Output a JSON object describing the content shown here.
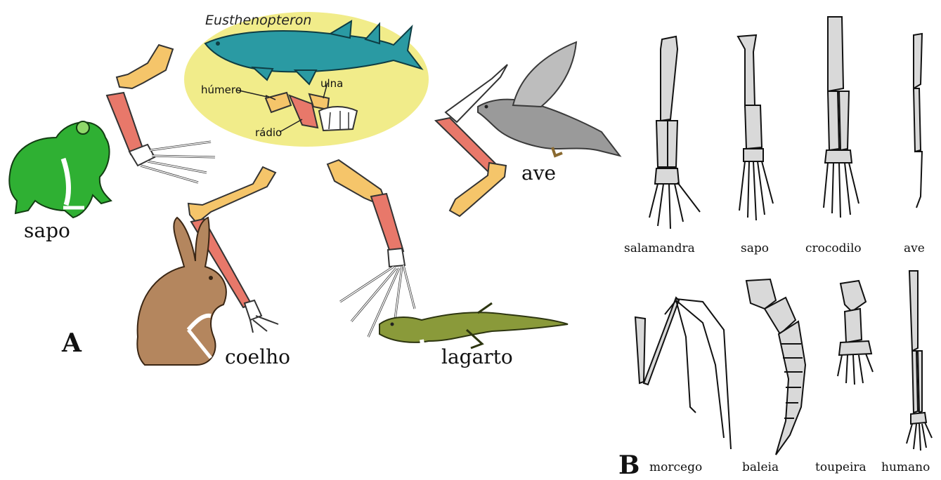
{
  "panel_a": {
    "letter": "A",
    "fish_label": "Eusthenopteron",
    "bone_labels": {
      "humerus": "húmero",
      "ulna": "ulna",
      "radius": "rádio"
    },
    "animals": {
      "frog": "sapo",
      "rabbit": "coelho",
      "lizard": "lagarto",
      "bird": "ave"
    }
  },
  "panel_b": {
    "letter": "B",
    "top_row": [
      "salamandra",
      "sapo",
      "crocodilo",
      "ave"
    ],
    "bottom_row": [
      "morcego",
      "baleia",
      "toupeira",
      "humano"
    ]
  },
  "colors": {
    "humerus": "#f5c56a",
    "forearm": "#e8786a",
    "hand": "#ffffff",
    "fish": "#2a9aa3",
    "fish_ellipse": "#f1ec8a",
    "frog": "#2fb033",
    "rabbit": "#b4865e",
    "lizard": "#8a9a3a",
    "bird": "#9a9a9a"
  }
}
